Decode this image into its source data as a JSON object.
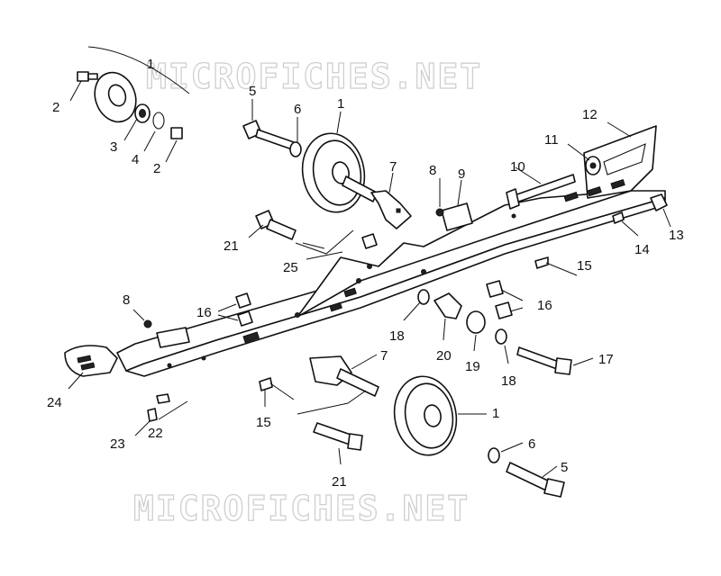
{
  "watermark": {
    "top": "MICROFICHES.NET",
    "bottom": "MICROFICHES.NET"
  },
  "callouts": [
    "1",
    "2",
    "3",
    "4",
    "2",
    "5",
    "6",
    "1",
    "7",
    "8",
    "9",
    "10",
    "11",
    "12",
    "13",
    "14",
    "15",
    "21",
    "25",
    "16",
    "16",
    "8",
    "18",
    "20",
    "19",
    "18",
    "17",
    "7",
    "24",
    "15",
    "23",
    "22",
    "1",
    "6",
    "21",
    "5"
  ]
}
